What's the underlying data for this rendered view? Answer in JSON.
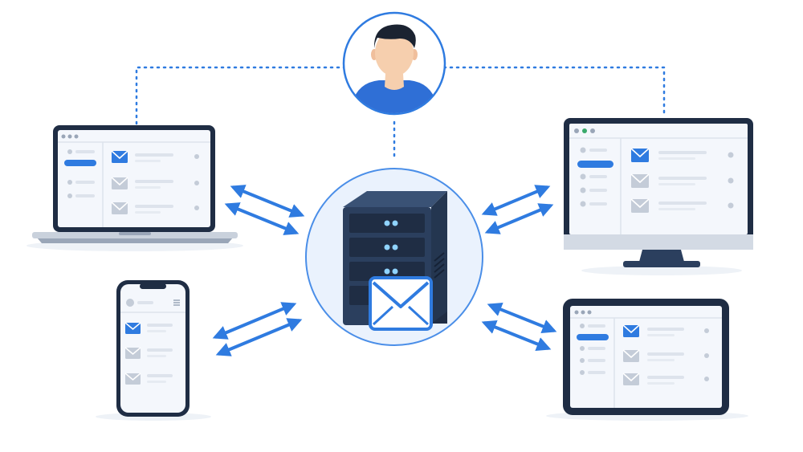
{
  "colors": {
    "blue": "#2f7be0",
    "navy": "#2b3f5e",
    "dark": "#1f2d44",
    "screen": "#f4f7fc",
    "gray_icon": "#c4ccd8",
    "line": "#dde3ec",
    "skin": "#f6cfae",
    "hair": "#1b2331",
    "shirt": "#2f6fd6",
    "halo": "#eaf2fd"
  },
  "user": {
    "icon": "person-avatar-icon"
  },
  "server": {
    "icon": "mail-server-icon"
  },
  "devices": [
    {
      "name": "laptop",
      "icon": "laptop-icon"
    },
    {
      "name": "desktop",
      "icon": "desktop-monitor-icon"
    },
    {
      "name": "phone",
      "icon": "smartphone-icon"
    },
    {
      "name": "tablet",
      "icon": "tablet-icon"
    }
  ],
  "connections": [
    {
      "from": "server",
      "to": "laptop",
      "type": "sync-arrows"
    },
    {
      "from": "server",
      "to": "desktop",
      "type": "sync-arrows"
    },
    {
      "from": "server",
      "to": "phone",
      "type": "sync-arrows"
    },
    {
      "from": "server",
      "to": "tablet",
      "type": "sync-arrows"
    },
    {
      "from": "user",
      "to": "laptop",
      "type": "dotted-line"
    },
    {
      "from": "user",
      "to": "desktop",
      "type": "dotted-line"
    },
    {
      "from": "user",
      "to": "server",
      "type": "dotted-line"
    }
  ]
}
